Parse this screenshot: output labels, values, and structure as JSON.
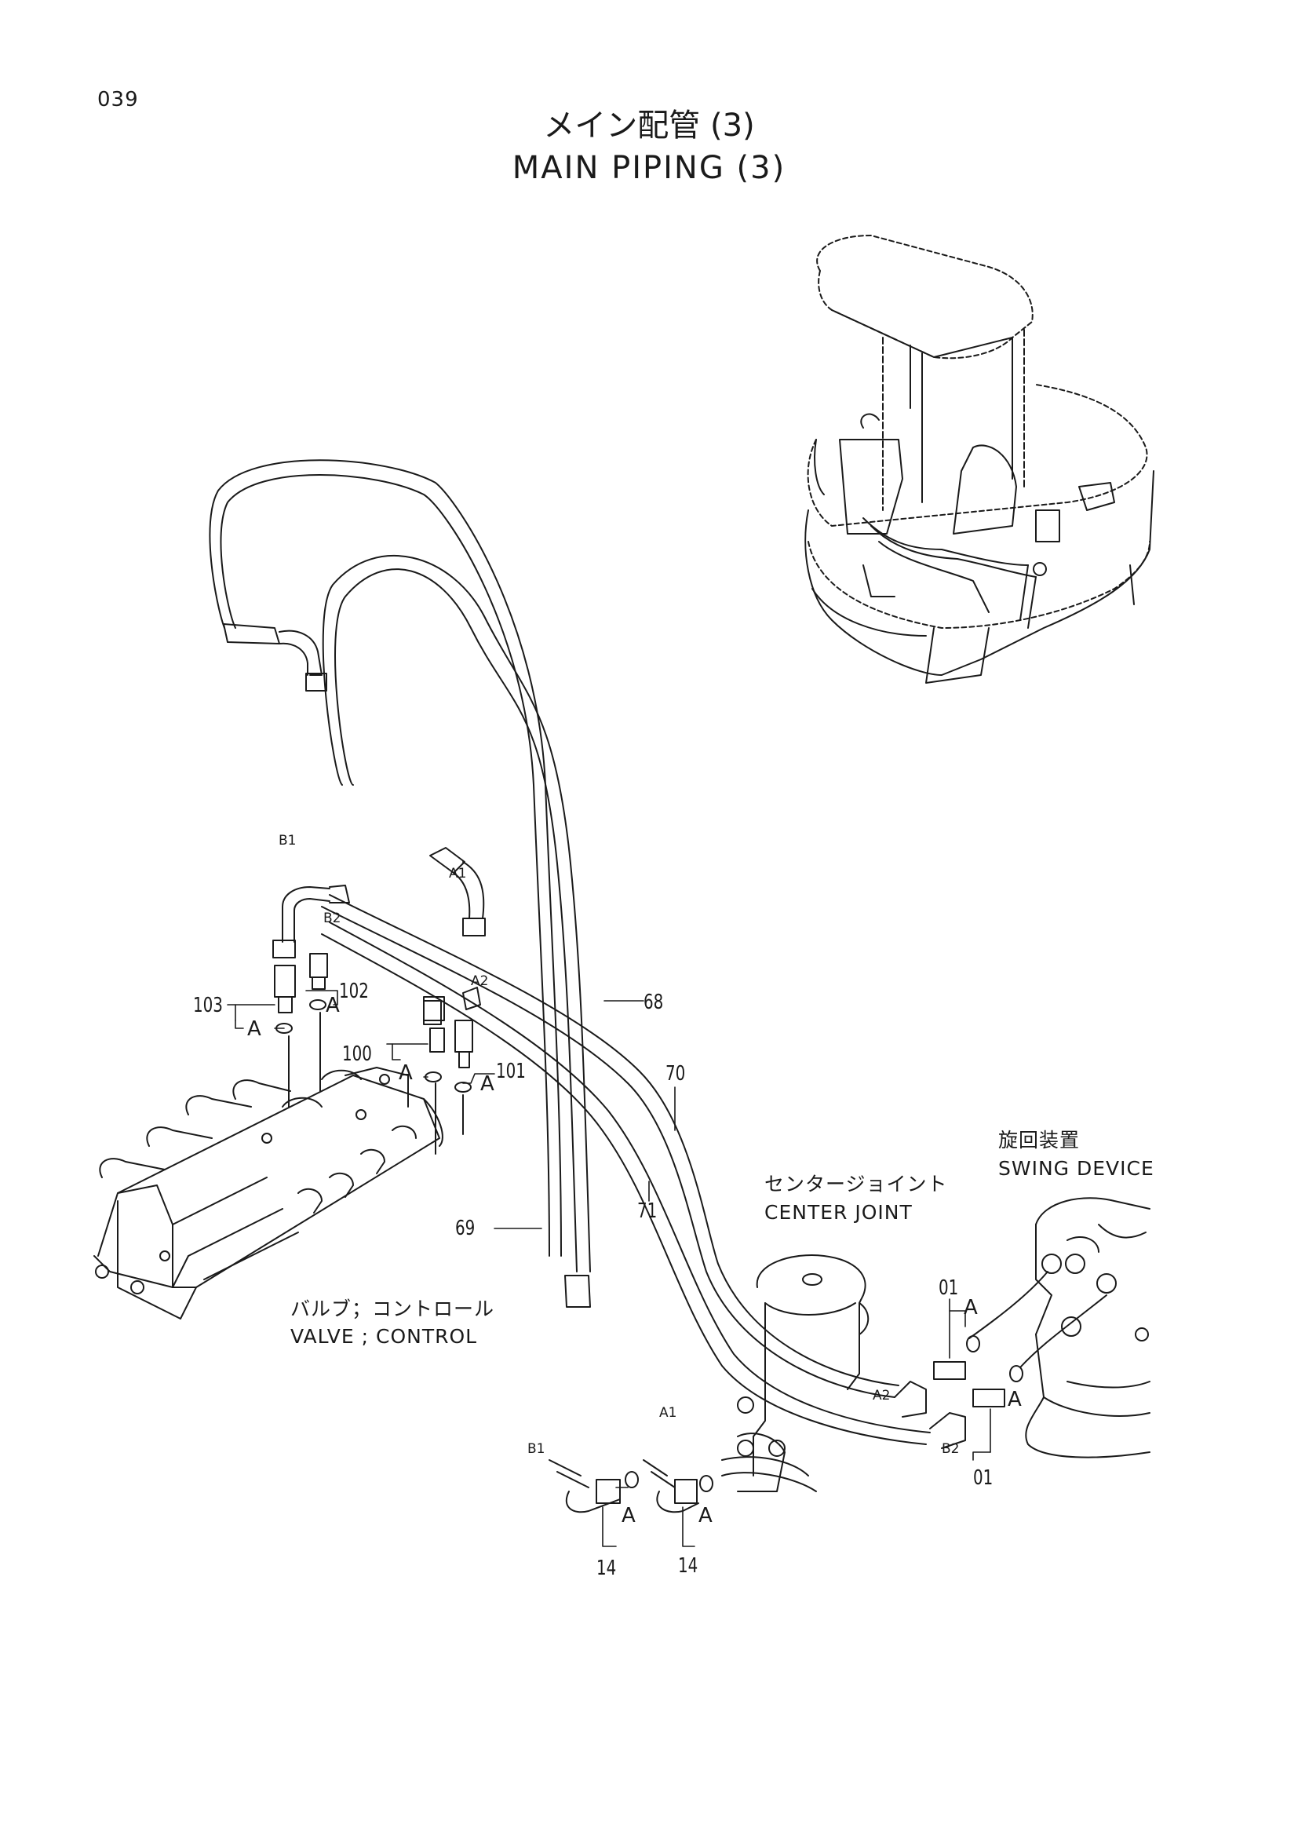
{
  "page": {
    "number": "039",
    "title_jp": "メイン配管 (3)",
    "title_en": "MAIN PIPING (3)"
  },
  "components": {
    "swing_device_jp": "旋回装置",
    "swing_device_en": "SWING DEVICE",
    "center_joint_jp": "センタージョイント",
    "center_joint_en": "CENTER JOINT",
    "valve_jp": "バルブ；コントロール",
    "valve_en": "VALVE ; CONTROL"
  },
  "part_numbers": {
    "p68": "68",
    "p69": "69",
    "p70": "70",
    "p71": "71",
    "p100": "100",
    "p101": "101",
    "p102": "102",
    "p103": "103",
    "p01_upper": "01",
    "p01_lower": "01",
    "p14_left": "14",
    "p14_right": "14"
  },
  "port_labels": {
    "b1_top": "B1",
    "a1_top": "A1",
    "b2_top": "B2",
    "a2_top": "A2",
    "a1_bottom": "A1",
    "b1_bottom": "B1",
    "a2_right": "A2",
    "b2_right": "B2"
  },
  "ref_a": "A"
}
